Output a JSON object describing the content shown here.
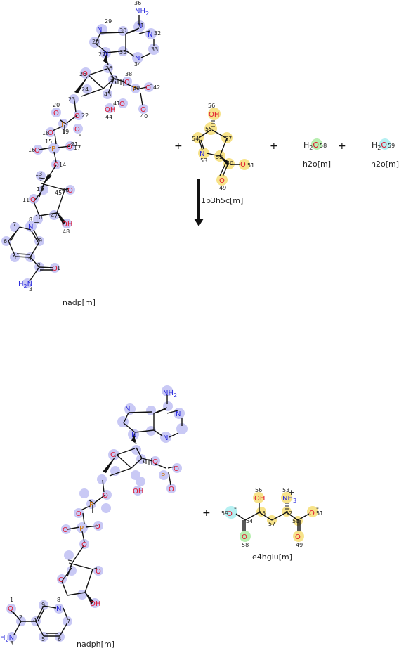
{
  "reaction": {
    "arrow_label": "1p3h5c[m]",
    "reactants": [
      {
        "name": "nadp[m]"
      },
      {
        "name": "1p3h5c[m]",
        "atoms": [
          "56",
          "OH",
          "55",
          "57",
          "54",
          "N",
          "53",
          "52",
          "50",
          "O",
          "51",
          "O",
          "49"
        ]
      },
      {
        "name": "h2o[m]",
        "formula_h": "H",
        "formula_sub": "2",
        "formula_o": "O",
        "atom_num": "58"
      },
      {
        "name": "h2o[m]",
        "formula_h": "H",
        "formula_sub": "2",
        "formula_o": "O",
        "atom_num": "59"
      }
    ],
    "products": [
      {
        "name": "nadph[m]"
      },
      {
        "name": "e4hglu[m]"
      }
    ],
    "plus": "+",
    "highlight_colors": {
      "nad": "#c9c9f5",
      "substrate": "#f7e38a",
      "water58": "#b8efb0",
      "water59": "#b6f0f2"
    }
  },
  "nadp": {
    "label": "nadp[m]",
    "nh2": "NH",
    "nh2_sub": "2",
    "h2n": "H",
    "h2n_sub": "2",
    "h2n_n": "N",
    "charge": "+",
    "minus": "-",
    "O": "O",
    "N": "N",
    "P": "P",
    "OH": "OH",
    "numbers": {
      "n36": "36",
      "n29": "29",
      "n30": "30",
      "n31": "31",
      "n32": "32",
      "n28": "28",
      "n27": "27",
      "n35": "35",
      "n33": "33",
      "n34": "34",
      "n26": "26",
      "n25": "25",
      "n38": "38",
      "n37": "37",
      "n39": "39",
      "n42": "42",
      "n24": "24",
      "n43": "43",
      "n23": "23",
      "n41": "41",
      "n40": "40",
      "n44": "44",
      "n20": "20",
      "n22": "22",
      "n18": "18",
      "n19": "19",
      "n15": "15",
      "n21": "21",
      "n16": "16",
      "n17": "17",
      "n14": "14",
      "n13": "13",
      "n12": "12",
      "n46": "46",
      "n45": "45",
      "n11": "11",
      "n10": "10",
      "n47": "47",
      "n48": "48",
      "n8": "8",
      "n7": "7",
      "n9": "9",
      "n6": "6",
      "n5": "5",
      "n4": "4",
      "n2": "2",
      "n1": "1",
      "n3": "3"
    }
  },
  "nadph": {
    "label": "nadph[m]"
  },
  "e4hglu": {
    "label": "e4hglu[m]",
    "nh3": "NH",
    "nh3_sub": "3",
    "numbers": [
      "56",
      "53",
      "59",
      "54",
      "55",
      "52",
      "51",
      "57",
      "58",
      "50",
      "49"
    ]
  }
}
